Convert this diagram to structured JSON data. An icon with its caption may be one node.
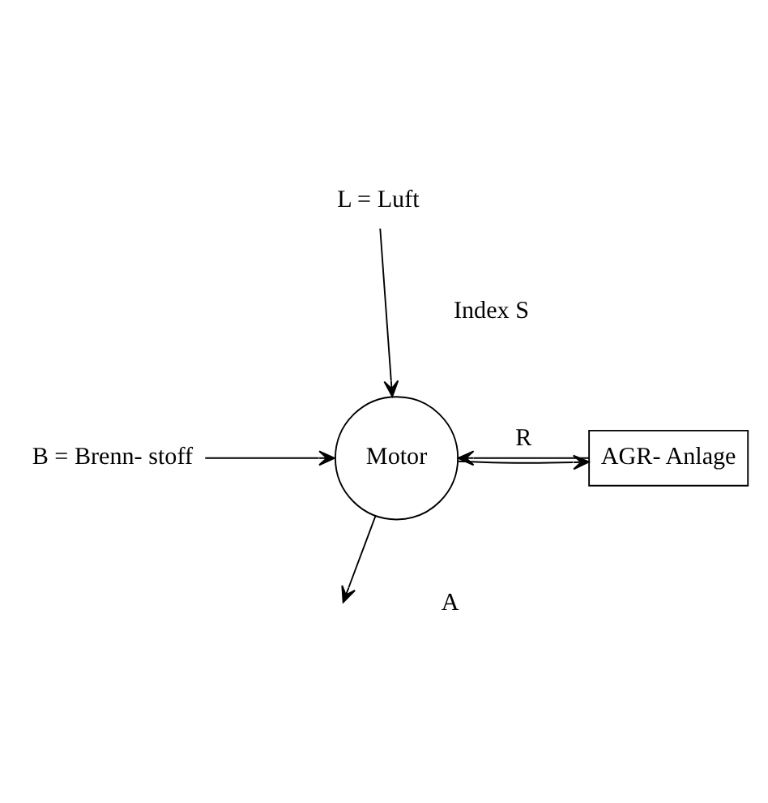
{
  "diagram": {
    "nodes": [
      {
        "text": [
          "L = Luft"
        ]
      },
      {
        "text": [
          "Motor"
        ]
      },
      {
        "text": [
          "AGR- Anlage"
        ]
      },
      {
        "text": [
          "B = Brenn- stoff"
        ]
      }
    ],
    "edges": [
      {
        "from": 0,
        "to": 1,
        "arrow": "to"
      },
      {
        "from": 3,
        "to": 1,
        "arrow": "to"
      },
      {
        "from": 1,
        "to": null,
        "arrow": "to"
      },
      {
        "from": 1,
        "to": 2,
        "arrow": "to"
      },
      {
        "from": 2,
        "to": 1,
        "arrow": "to",
        "label": "R"
      }
    ],
    "labels": [
      "Index S",
      "A"
    ]
  }
}
